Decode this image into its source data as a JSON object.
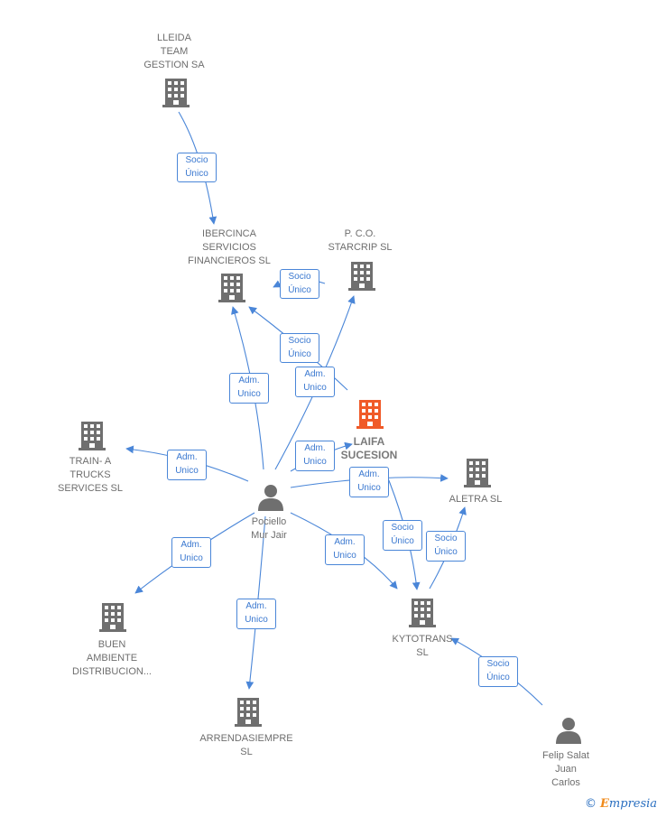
{
  "colors": {
    "edge": "#4a86d8",
    "company_icon": "#6f6f6f",
    "focus_icon": "#f05a28",
    "person_icon": "#6f6f6f"
  },
  "nodes": {
    "lleida": {
      "label": "LLEIDA\nTEAM\nGESTION SA",
      "icon": "building-icon"
    },
    "ibercinca": {
      "label": "IBERCINCA\nSERVICIOS\nFINANCIEROS SL",
      "icon": "building-icon"
    },
    "pco": {
      "label": "P. C.O.\nSTARCRIP  SL",
      "icon": "building-icon"
    },
    "laifa": {
      "label": "LAIFA\nSUCESION\nSL",
      "icon": "building-icon"
    },
    "train": {
      "label": "TRAIN- A\nTRUCKS\nSERVICES  SL",
      "icon": "building-icon"
    },
    "aletra": {
      "label": "ALETRA SL",
      "icon": "building-icon"
    },
    "pociello": {
      "label": "Pociello\nMur Jair",
      "icon": "person-icon"
    },
    "buen": {
      "label": "BUEN\nAMBIENTE\nDISTRIBUCION...",
      "icon": "building-icon"
    },
    "kytotrans": {
      "label": "KYTOTRANS\nSL",
      "icon": "building-icon"
    },
    "arrenda": {
      "label": "ARRENDASIEMPRE\nSL",
      "icon": "building-icon"
    },
    "felip": {
      "label": "Felip Salat\nJuan\nCarlos",
      "icon": "person-icon"
    }
  },
  "edges": [
    {
      "id": "e1",
      "label": "Socio\nÚnico"
    },
    {
      "id": "e2",
      "label": "Socio\nÚnico"
    },
    {
      "id": "e3",
      "label": "Socio\nÚnico"
    },
    {
      "id": "e4",
      "label": "Adm.\nUnico"
    },
    {
      "id": "e5",
      "label": "Adm.\nUnico"
    },
    {
      "id": "e6",
      "label": "Adm.\nUnico"
    },
    {
      "id": "e7",
      "label": "Adm.\nUnico"
    },
    {
      "id": "e8",
      "label": "Adm.\nUnico"
    },
    {
      "id": "e9",
      "label": "Adm.\nUnico"
    },
    {
      "id": "e10",
      "label": "Adm.\nUnico"
    },
    {
      "id": "e11",
      "label": "Adm.\nUnico"
    },
    {
      "id": "e12",
      "label": "Socio\nÚnico"
    },
    {
      "id": "e13",
      "label": "Socio\nÚnico"
    },
    {
      "id": "e14",
      "label": "Socio\nÚnico"
    }
  ],
  "footer": {
    "copyright": "©",
    "brand_first": "E",
    "brand_rest": "mpresia"
  }
}
